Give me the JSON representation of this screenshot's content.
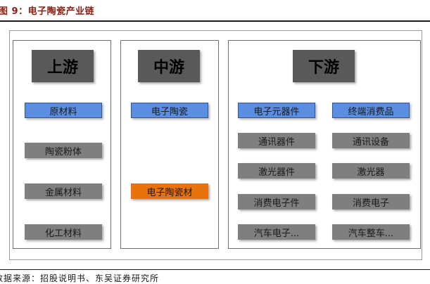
{
  "caption": "图 9：电子陶瓷产业链",
  "source": "数据来源：招股说明书、东吴证券研究所",
  "upstream": {
    "title": "上游",
    "items": [
      "原材料",
      "陶瓷粉体",
      "金属材料",
      "化工材料"
    ]
  },
  "midstream": {
    "title": "中游",
    "items": [
      "电子陶瓷",
      "电子陶瓷材"
    ]
  },
  "downstream": {
    "title": "下游",
    "left_items": [
      "电子元器件",
      "通讯器件",
      "激光器件",
      "消费电子件",
      "汽车电子..."
    ],
    "right_items": [
      "终端消费品",
      "通讯设备",
      "激光器",
      "消费电子",
      "汽车整车..."
    ]
  },
  "colors": {
    "header_fill": "#595959",
    "gray_box": "#7f7f7f",
    "blue_box": "#5b8ee0",
    "orange_box": "#e8730c",
    "caption_color": "#8a1e12"
  }
}
